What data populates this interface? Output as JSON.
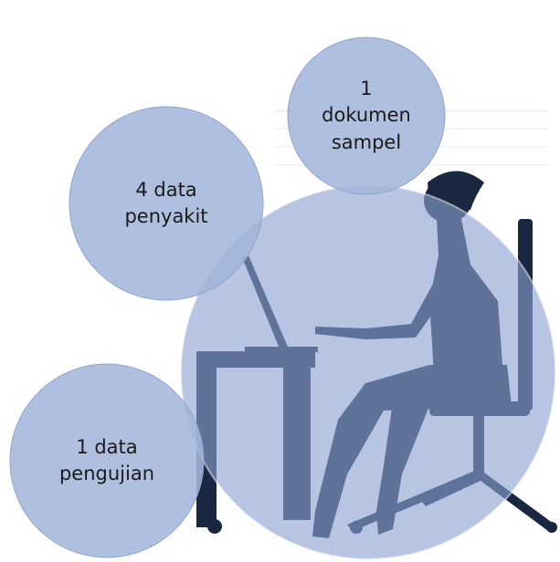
{
  "bubbles": [
    {
      "id": "dokumen",
      "text": "1\ndokumen\nsampel"
    },
    {
      "id": "penyakit",
      "text": "4 data\npenyakit"
    },
    {
      "id": "pengujian",
      "text": "1 data\npengujian"
    }
  ],
  "colors": {
    "bubble_fill": "#a3b6db",
    "bubble_edge": "#8fa4cd",
    "big_circle": "#8aa2d2",
    "silhouette": "#1a2740"
  },
  "illustration": {
    "icon": "woman-working-at-laptop-silhouette"
  }
}
